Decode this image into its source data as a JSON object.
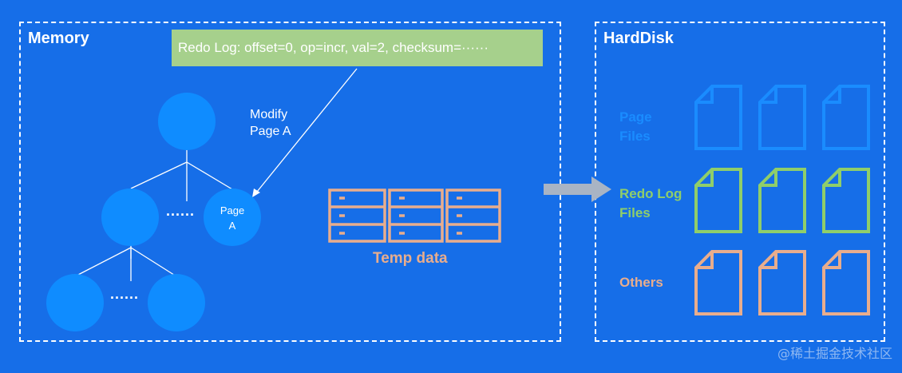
{
  "memory": {
    "title": "Memory",
    "redo_banner": "Redo Log: offset=0, op=incr, val=2, checksum=······",
    "modify_line1": "Modify",
    "modify_line2": "Page A",
    "page_a_line1": "Page",
    "page_a_line2": "A",
    "ellipsis": "......",
    "temp_label": "Temp data"
  },
  "disk": {
    "title": "HardDisk",
    "page_files_line1": "Page",
    "page_files_line2": "Files",
    "redo_files_line1": "Redo Log",
    "redo_files_line2": "Files",
    "others_label": "Others"
  },
  "colors": {
    "background": "#166ee8",
    "node": "#0f8cff",
    "page_files": "#1a8cff",
    "redo_files": "#8fce6a",
    "others": "#e8ad8d",
    "banner": "#a6d08c",
    "arrow": "#a9b4c4"
  },
  "icons": {
    "database": "server-rack-icon",
    "file": "document-icon",
    "arrow": "right-arrow-icon"
  },
  "watermark": "@稀土掘金技术社区"
}
